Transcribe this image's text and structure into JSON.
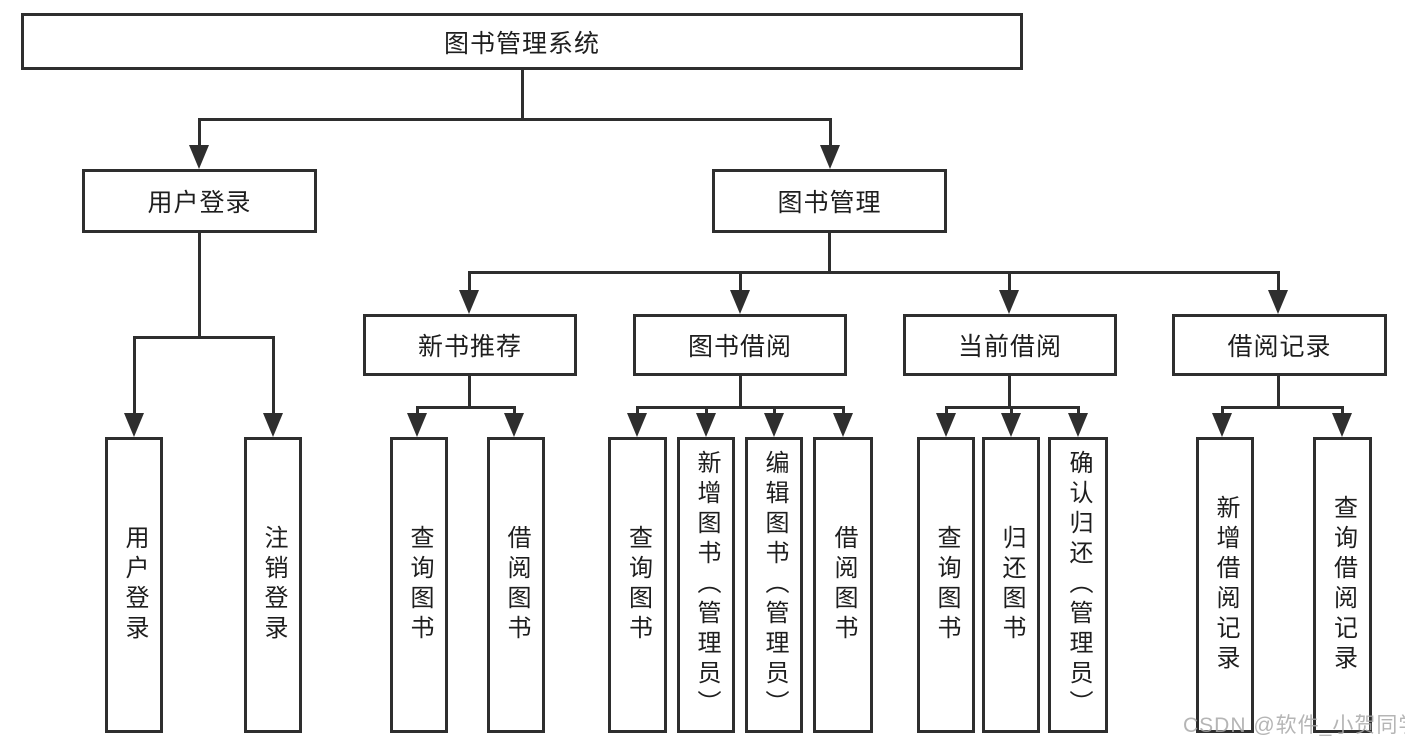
{
  "diagram": {
    "colors": {
      "line": "#2e2e2e",
      "text": "#1e1e1e",
      "background": "#ffffff",
      "watermark": "#a8a8a8"
    },
    "watermark": "CSDN @软件_小贺同学",
    "tree": {
      "label": "图书管理系统",
      "children": [
        {
          "label": "用户登录",
          "children": [
            {
              "label": "用户登录"
            },
            {
              "label": "注销登录"
            }
          ]
        },
        {
          "label": "图书管理",
          "children": [
            {
              "label": "新书推荐",
              "children": [
                {
                  "label": "查询图书"
                },
                {
                  "label": "借阅图书"
                }
              ]
            },
            {
              "label": "图书借阅",
              "children": [
                {
                  "label": "查询图书"
                },
                {
                  "label": "新增图书（管理员）"
                },
                {
                  "label": "编辑图书（管理员）"
                },
                {
                  "label": "借阅图书"
                }
              ]
            },
            {
              "label": "当前借阅",
              "children": [
                {
                  "label": "查询图书"
                },
                {
                  "label": "归还图书"
                },
                {
                  "label": "确认归还（管理员）"
                }
              ]
            },
            {
              "label": "借阅记录",
              "children": [
                {
                  "label": "新增借阅记录"
                },
                {
                  "label": "查询借阅记录"
                }
              ]
            }
          ]
        }
      ]
    }
  }
}
